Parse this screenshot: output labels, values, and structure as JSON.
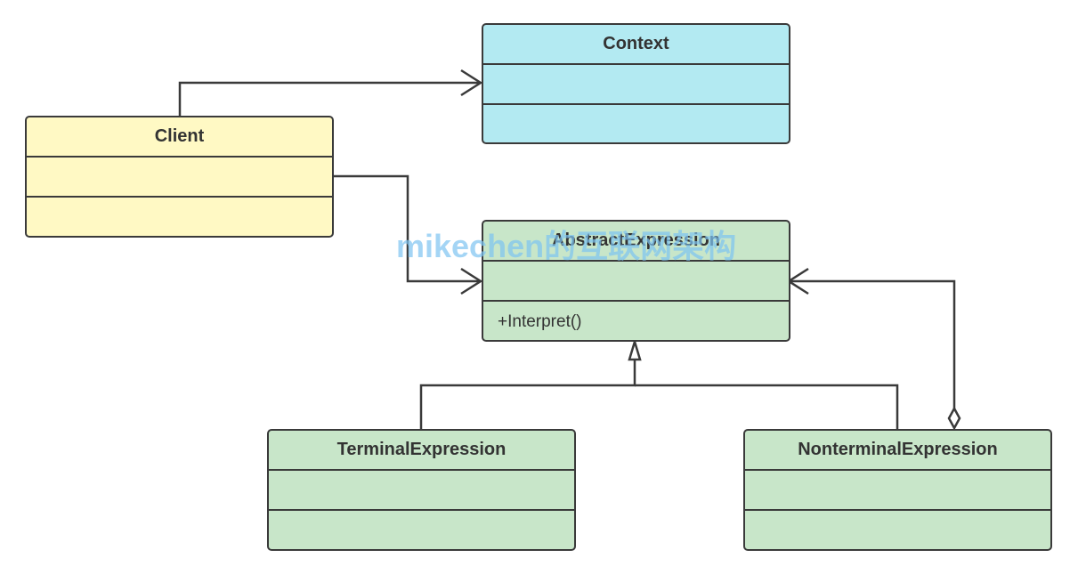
{
  "diagram": {
    "classes": {
      "context": {
        "name": "Context",
        "color": "#b3eaf2"
      },
      "client": {
        "name": "Client",
        "color": "#fff9c4"
      },
      "abstract": {
        "name": "AbstractExpression",
        "operation": "+Interpret()",
        "color": "#c8e6c9"
      },
      "terminal": {
        "name": "TerminalExpression",
        "color": "#c8e6c9"
      },
      "nonterminal": {
        "name": "NonterminalExpression",
        "color": "#c8e6c9"
      }
    },
    "relations": [
      {
        "from": "Client",
        "to": "Context",
        "type": "association"
      },
      {
        "from": "Client",
        "to": "AbstractExpression",
        "type": "association"
      },
      {
        "from": "TerminalExpression",
        "to": "AbstractExpression",
        "type": "generalization"
      },
      {
        "from": "NonterminalExpression",
        "to": "AbstractExpression",
        "type": "generalization"
      },
      {
        "from": "NonterminalExpression",
        "to": "AbstractExpression",
        "type": "aggregation"
      }
    ],
    "line_color": "#3a3a3a"
  },
  "watermark": "mikechen的互联网架构"
}
